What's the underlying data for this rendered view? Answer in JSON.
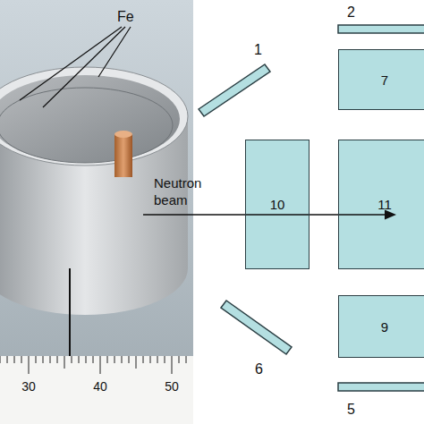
{
  "diagram": {
    "nodes": [
      {
        "text": [
          "7"
        ]
      },
      {
        "text": [
          "10"
        ]
      },
      {
        "text": [
          "11"
        ]
      },
      {
        "text": [
          "9"
        ]
      }
    ],
    "labels": [
      "Fe",
      "2",
      "1",
      "Neutron beam",
      "6",
      "5",
      "30",
      "40",
      "50"
    ]
  }
}
